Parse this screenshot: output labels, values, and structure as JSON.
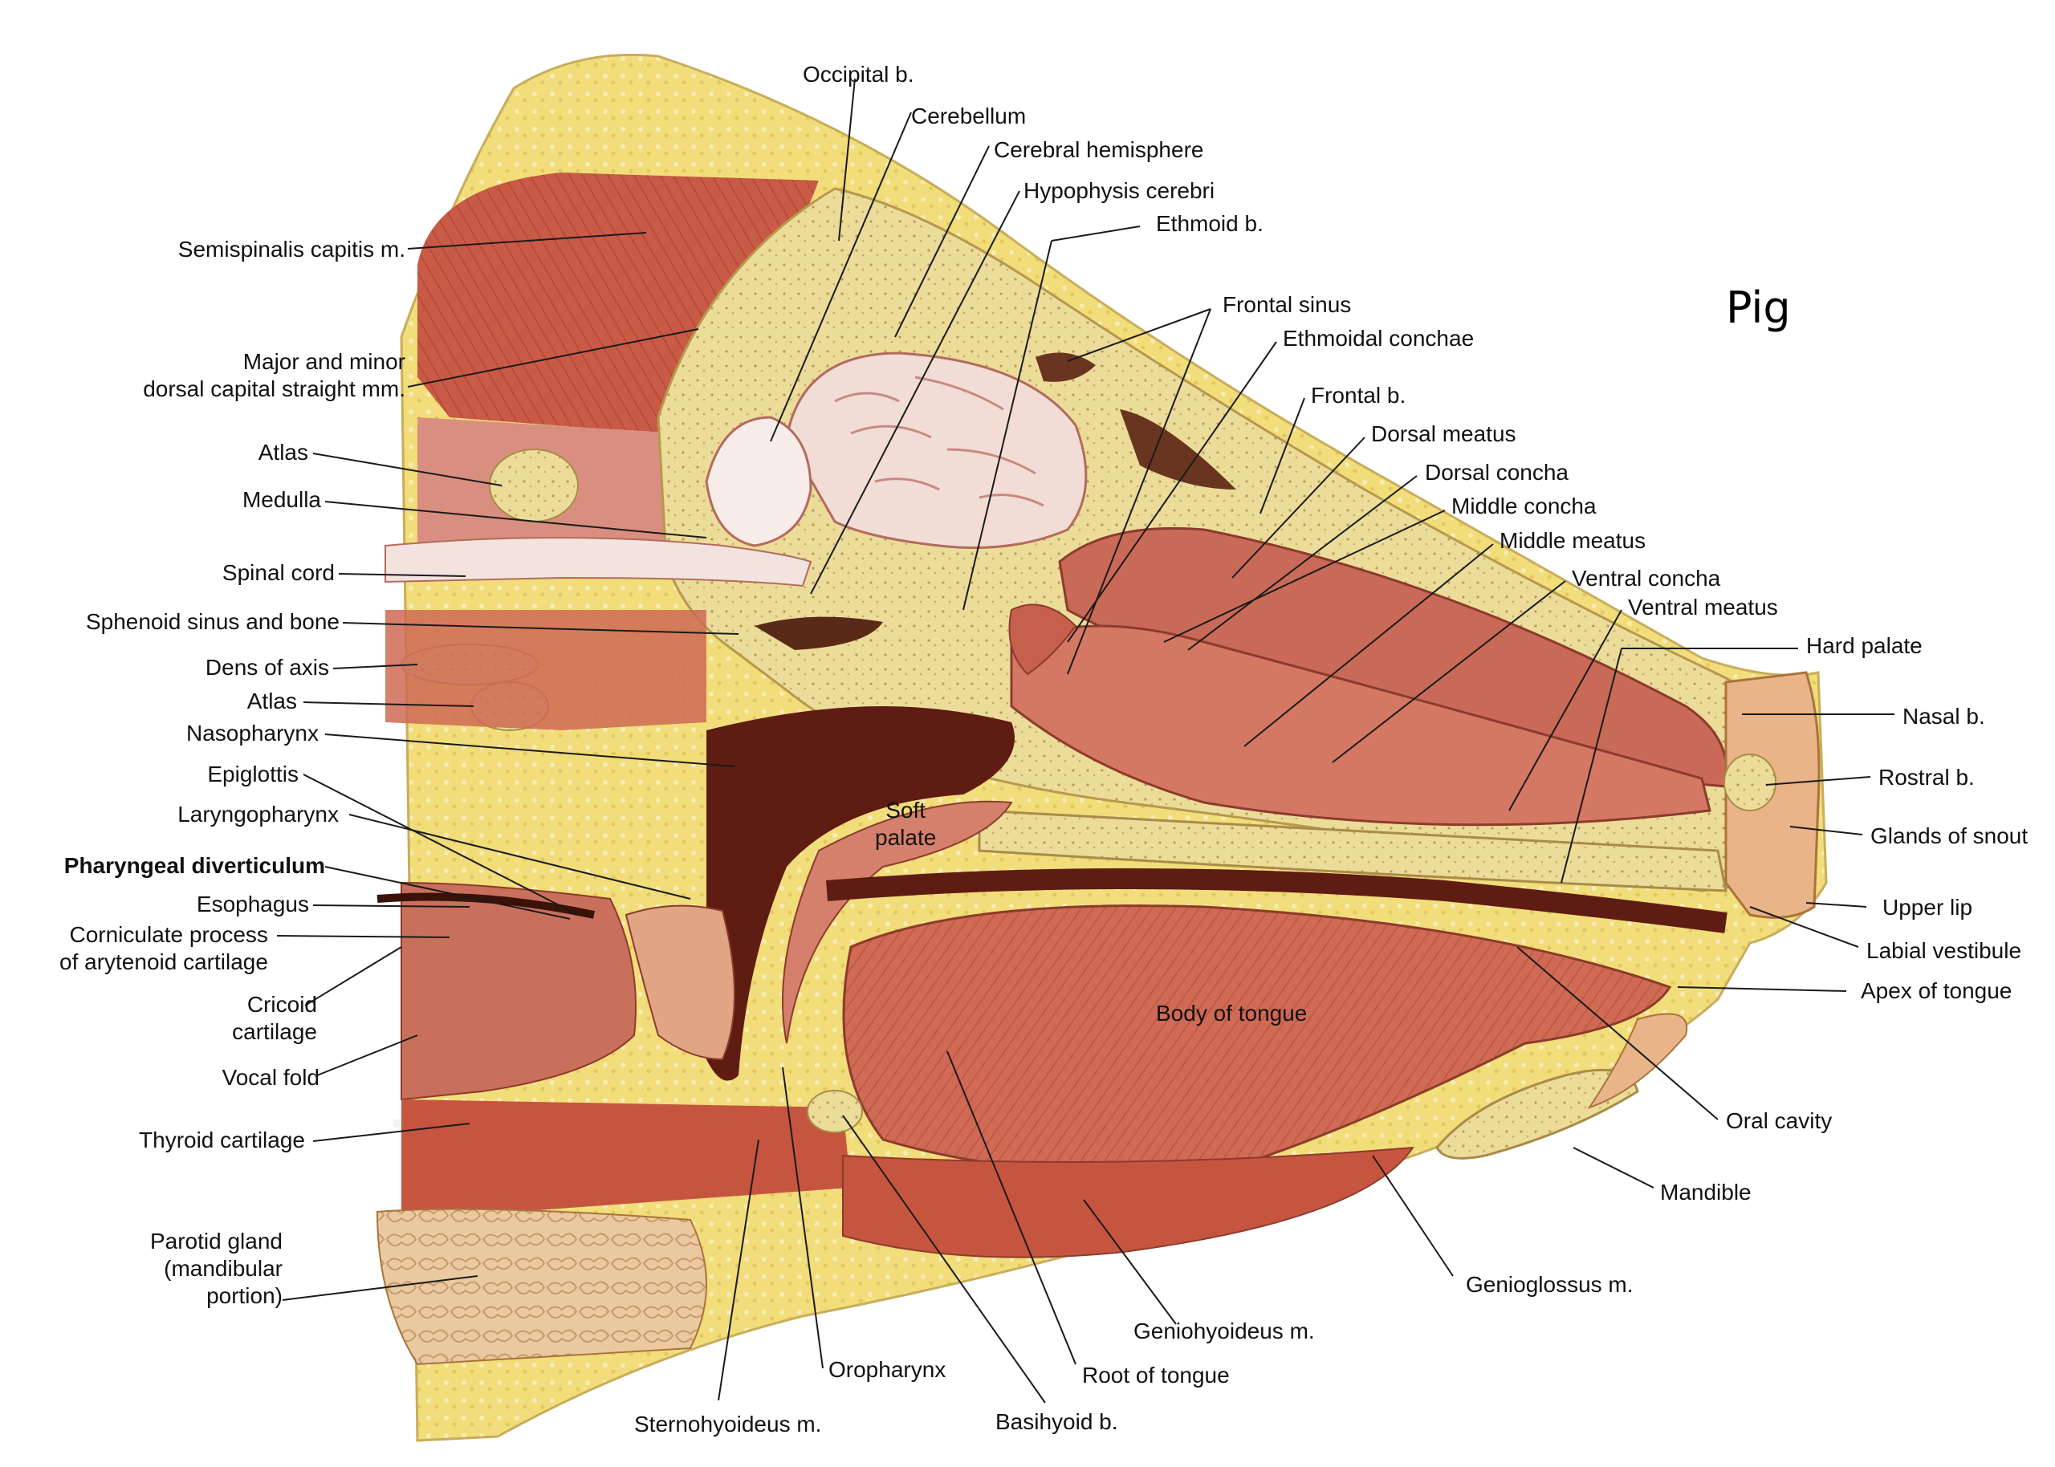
{
  "title": "Pig",
  "colors": {
    "muscle": "#c85a46",
    "muscle_dark": "#a8402e",
    "bone": "#ecdc9a",
    "fat": "#f1dd7a",
    "brain": "#f2ddd6",
    "cavity": "#5e1c12",
    "cartilage": "#e8c9a0",
    "gland": "#e8c49a",
    "skin": "#e7e0cc",
    "line": "#1a1a1a"
  },
  "labels": {
    "occipital": "Occipital b.",
    "cerebellum": "Cerebellum",
    "cerebral_hemisphere": "Cerebral hemisphere",
    "hypophysis": "Hypophysis cerebri",
    "ethmoid": "Ethmoid b.",
    "frontal_sinus": "Frontal sinus",
    "ethmoidal_conchae": "Ethmoidal conchae",
    "frontal_bone": "Frontal b.",
    "dorsal_meatus": "Dorsal meatus",
    "dorsal_concha": "Dorsal concha",
    "middle_concha": "Middle concha",
    "middle_meatus": "Middle meatus",
    "ventral_concha": "Ventral concha",
    "ventral_meatus": "Ventral meatus",
    "hard_palate": "Hard palate",
    "nasal_bone": "Nasal b.",
    "rostral_bone": "Rostral b.",
    "glands_of_snout": "Glands of snout",
    "upper_lip": "Upper lip",
    "labial_vestibule": "Labial vestibule",
    "apex_of_tongue": "Apex of tongue",
    "oral_cavity": "Oral cavity",
    "mandible": "Mandible",
    "genioglossus": "Genioglossus m.",
    "geniohyoideus": "Geniohyoideus m.",
    "root_of_tongue": "Root of tongue",
    "basihyoid": "Basihyoid b.",
    "oropharynx": "Oropharynx",
    "sternohyoideus": "Sternohyoideus m.",
    "semispinalis": "Semispinalis capitis m.",
    "dorsal_capital_straight": "Major and minor\ndorsal capital straight mm.",
    "atlas_upper": "Atlas",
    "medulla": "Medulla",
    "spinal_cord": "Spinal cord",
    "sphenoid": "Sphenoid sinus and bone",
    "dens": "Dens of axis",
    "atlas_lower": "Atlas",
    "nasopharynx": "Nasopharynx",
    "epiglottis": "Epiglottis",
    "laryngopharynx": "Laryngopharynx",
    "pharyngeal_diverticulum": "Pharyngeal diverticulum",
    "esophagus": "Esophagus",
    "corniculate": "Corniculate process\nof arytenoid cartilage",
    "cricoid": "Cricoid\ncartilage",
    "vocal_fold": "Vocal fold",
    "thyroid_cartilage": "Thyroid cartilage",
    "parotid": "Parotid gland\n(mandibular\nportion)",
    "soft_palate": "Soft\npalate",
    "body_of_tongue": "Body of tongue"
  }
}
